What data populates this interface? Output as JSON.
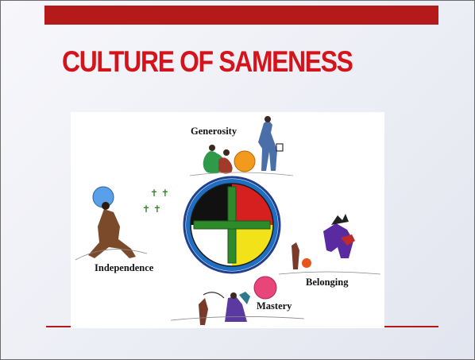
{
  "slide": {
    "title": "CULTURE OF SAMENESS",
    "accent_color": "#b51a1a",
    "title_color": "#d4141a"
  },
  "figure": {
    "description_icon": "medicine-wheel-icon",
    "labels": {
      "generosity": "Generosity",
      "independence": "Independence",
      "belonging": "Belonging",
      "mastery": "Mastery"
    },
    "wheel_colors": {
      "top_left": "#111111",
      "top_right": "#d62020",
      "bottom_left": "#ffffff",
      "bottom_right": "#f2e21a",
      "cross": "#2e8a2a",
      "ring": "#1f6fc0"
    }
  }
}
